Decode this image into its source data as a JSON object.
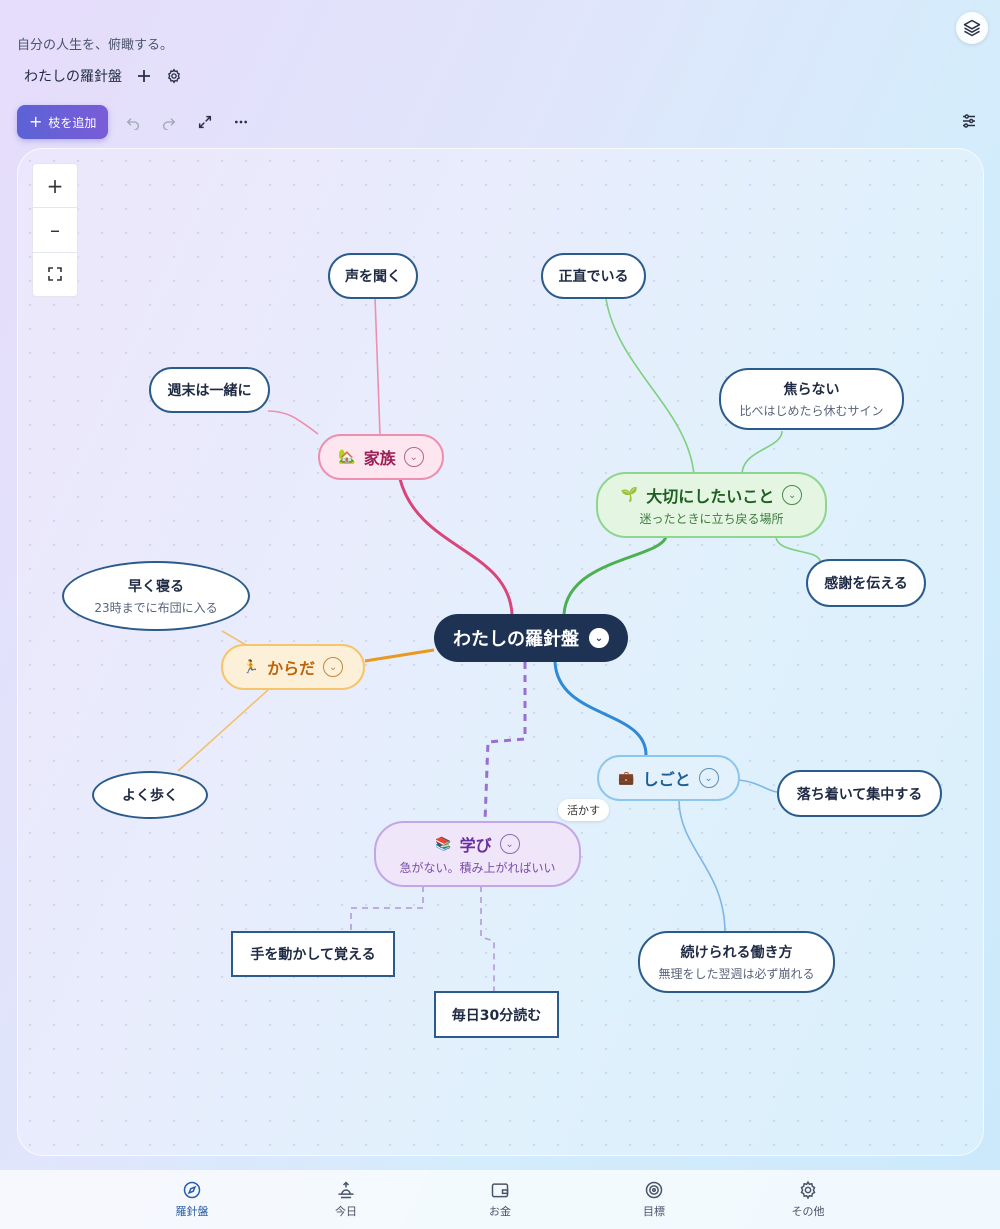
{
  "header": {
    "subtitle": "自分の人生を、俯瞰する。",
    "map_title": "わたしの羅針盤"
  },
  "toolbar": {
    "add_branch_label": "枝を追加"
  },
  "icons": {
    "layers": "layers-icon",
    "add": "plus-icon",
    "settings": "gear-icon",
    "undo": "undo-icon",
    "redo": "redo-icon",
    "fullscreen": "expand-icon",
    "more": "more-icon",
    "filter": "sliders-icon"
  },
  "zoom": {
    "in": "+",
    "out": "–",
    "fit": "⛶"
  },
  "map": {
    "center": "わたしの羅針盤",
    "branches": {
      "family": {
        "emoji": "🏡",
        "label": "家族",
        "color": "#d9457a"
      },
      "values": {
        "emoji": "🌱",
        "label": "大切にしたいこと",
        "sub": "迷ったときに立ち戻る場所",
        "color": "#4caf50"
      },
      "body": {
        "emoji": "🏃",
        "label": "からだ",
        "color": "#e8991f"
      },
      "work": {
        "emoji": "💼",
        "label": "しごと",
        "color": "#2e8ad6"
      },
      "learning": {
        "emoji": "📚",
        "label": "学び",
        "sub": "急がない。積み上がればいい",
        "color": "#9a6fcf"
      }
    },
    "leaves": {
      "listen": "声を聞く",
      "weekend": "週末は一緒に",
      "honest": "正直でいる",
      "no_rush": "焦らない",
      "no_rush_sub": "比べはじめたら休むサイン",
      "gratitude": "感謝を伝える",
      "sleep": "早く寝る",
      "sleep_sub": "23時までに布団に入る",
      "walk": "よく歩く",
      "focus": "落ち着いて集中する",
      "sustain": "続けられる働き方",
      "sustain_sub": "無理をした翌週は必ず崩れる",
      "hands_on": "手を動かして覚える",
      "read": "毎日30分読む"
    },
    "link_label": "活かす"
  },
  "bottom_nav": [
    {
      "label": "羅針盤",
      "icon": "compass-icon",
      "active": true
    },
    {
      "label": "今日",
      "icon": "sunrise-icon",
      "active": false
    },
    {
      "label": "お金",
      "icon": "wallet-icon",
      "active": false
    },
    {
      "label": "目標",
      "icon": "target-icon",
      "active": false
    },
    {
      "label": "その他",
      "icon": "gear-icon",
      "active": false
    }
  ]
}
